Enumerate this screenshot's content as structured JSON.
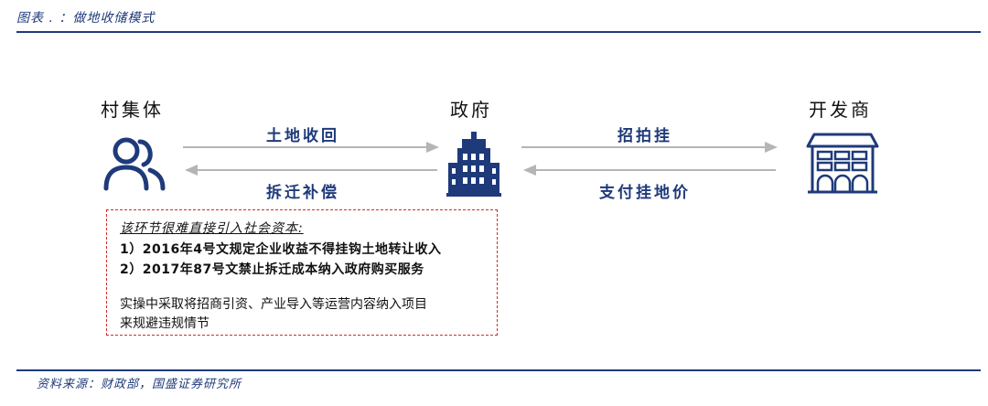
{
  "header": {
    "title": "图表  .  ：做地收储模式"
  },
  "entities": {
    "village": "村集体",
    "government": "政府",
    "developer": "开发商"
  },
  "arrows": {
    "land_recovery": "土地收回",
    "relocation_compensation": "拆迁补偿",
    "auction": "招拍挂",
    "land_price": "支付挂地价"
  },
  "note": {
    "heading": "该环节很难直接引入社会资本:",
    "line1": "1）2016年4号文规定企业收益不得挂钩土地转让收入",
    "line2": "2）2017年87号文禁止拆迁成本纳入政府购买服务",
    "line3": "实操中采取将招商引资、产业导入等运营内容纳入项目",
    "line4": "来规避违规情节"
  },
  "footer": {
    "source": "资料来源：财政部，国盛证券研究所"
  },
  "colors": {
    "navy": "#1e3a7a",
    "arrow_gray": "#b5b5b5",
    "dashed_red": "#d42a2a"
  },
  "icons": [
    "people-icon",
    "office-building-icon",
    "storefront-icon"
  ]
}
